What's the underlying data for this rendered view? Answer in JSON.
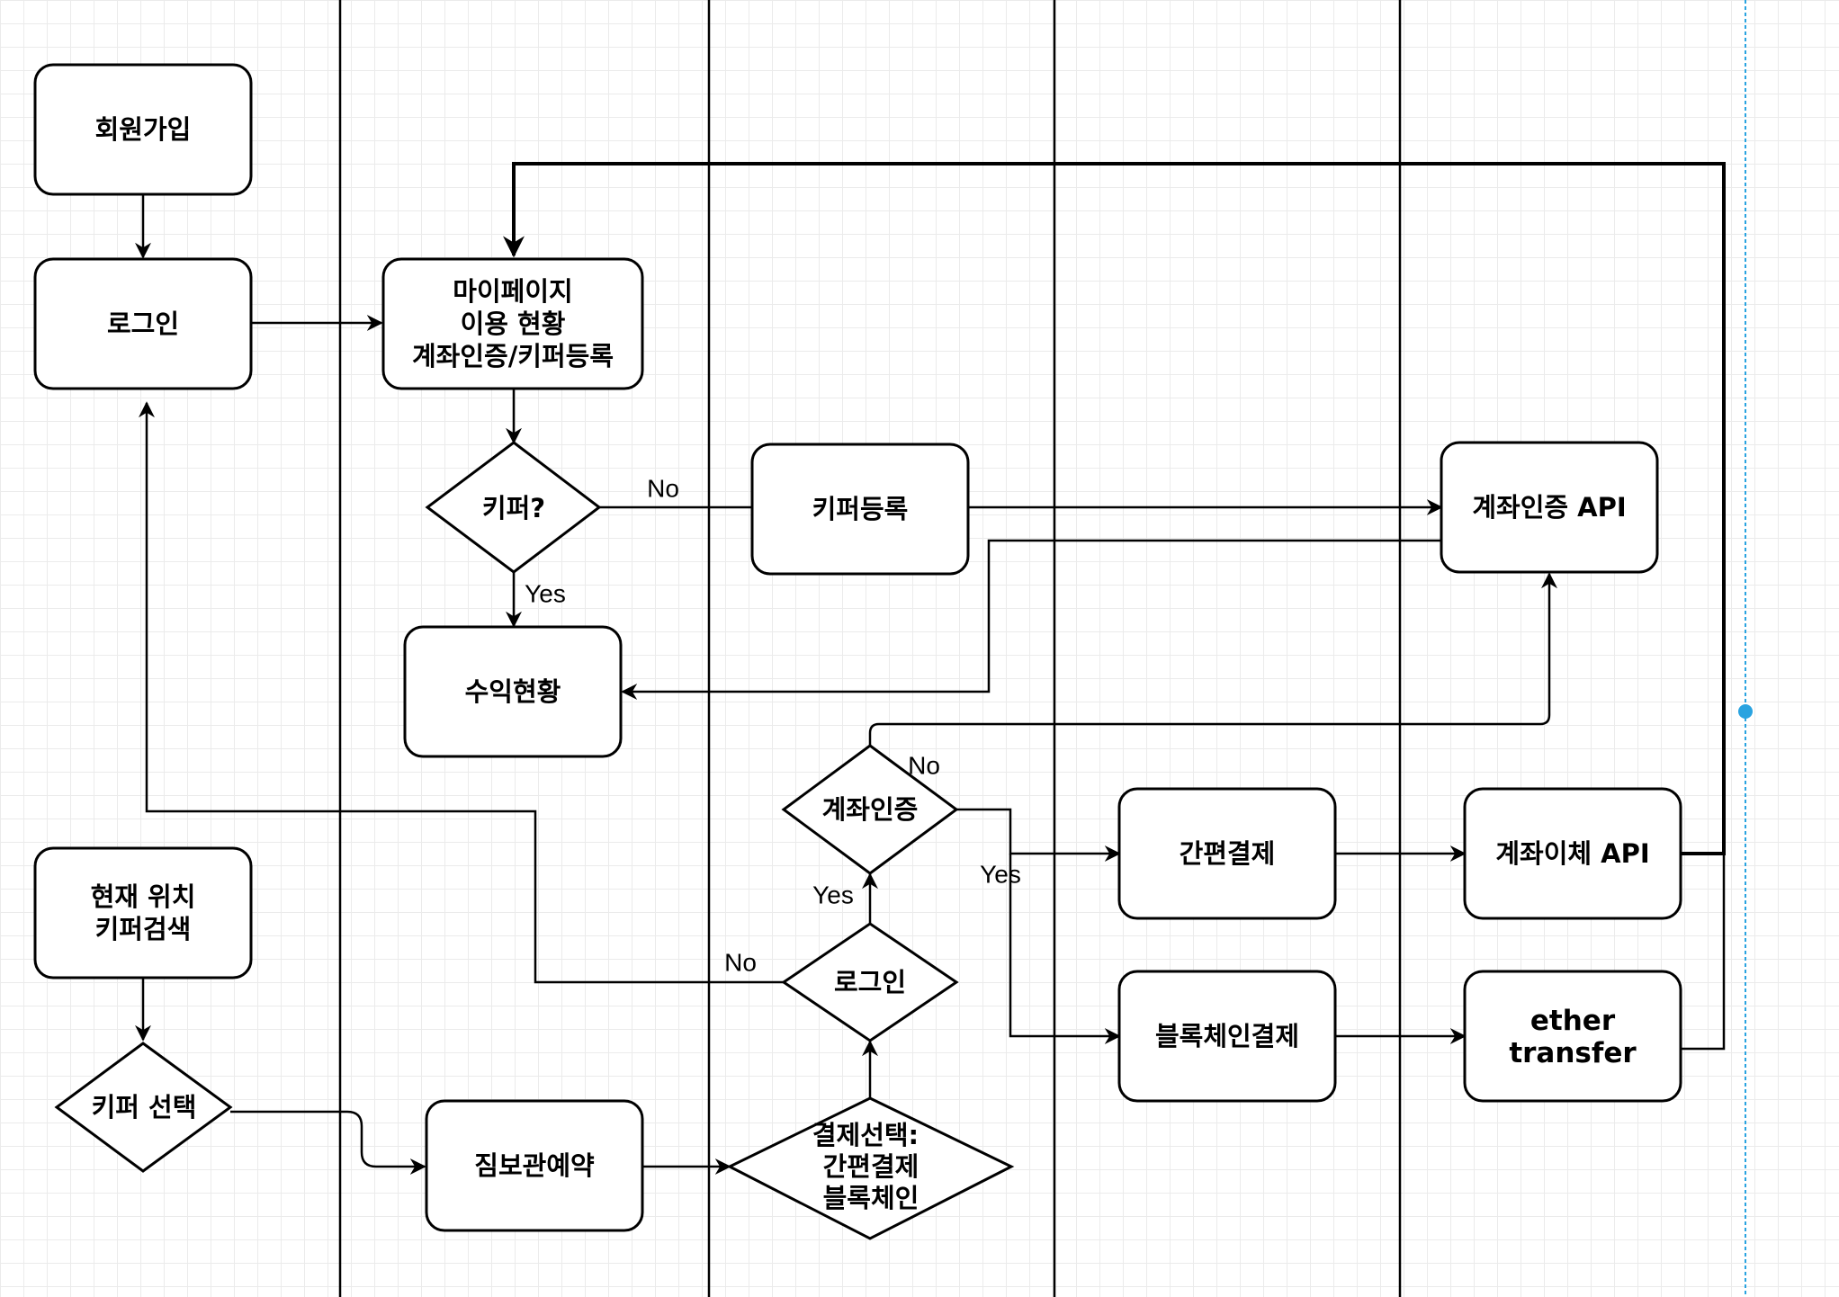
{
  "diagram": {
    "nodes": {
      "signup": "회원가입",
      "login": "로그인",
      "mypage": [
        "마이페이지",
        "이용 현황",
        "계좌인증/키퍼등록"
      ],
      "keeper_check": "키퍼?",
      "keeper_register": "키퍼등록",
      "account_auth_api": "계좌인증 API",
      "earnings": "수익현황",
      "account_auth_check": "계좌인증",
      "simple_pay": "간편결제",
      "account_transfer_api": "계좌이체 API",
      "location_search": [
        "현재 위치",
        "키퍼검색"
      ],
      "login_check": "로그인",
      "blockchain_pay": "블록체인결제",
      "ether_transfer": [
        "ether",
        "transfer"
      ],
      "keeper_select": "키퍼 선택",
      "storage_reserve": "짐보관예약",
      "payment_select": [
        "결제선택:",
        "간편결제",
        "블록체인"
      ]
    },
    "edge_labels": {
      "keeper_no": "No",
      "keeper_yes": "Yes",
      "auth_no": "No",
      "auth_yes": "Yes",
      "login_yes": "Yes",
      "login_no": "No"
    }
  }
}
